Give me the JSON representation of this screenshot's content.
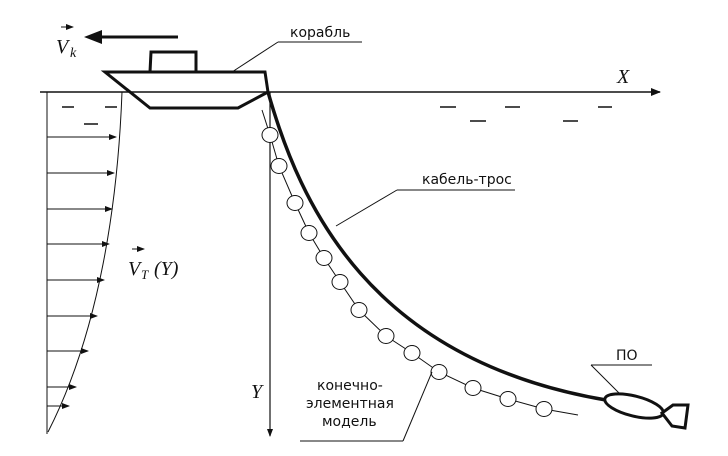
{
  "labels": {
    "ship": "корабль",
    "cable": "кабель-трос",
    "model_line1": "конечно-",
    "model_line2": "элементная",
    "model_line3": "модель",
    "towed_body": "ПО",
    "axis_x": "X",
    "axis_y": "Y",
    "ship_velocity": "V",
    "ship_velocity_sub": "k",
    "current_velocity": "V",
    "current_velocity_sub": "T",
    "current_velocity_arg": "(Y)"
  },
  "colors": {
    "stroke": "#111111",
    "background": "#ffffff"
  }
}
